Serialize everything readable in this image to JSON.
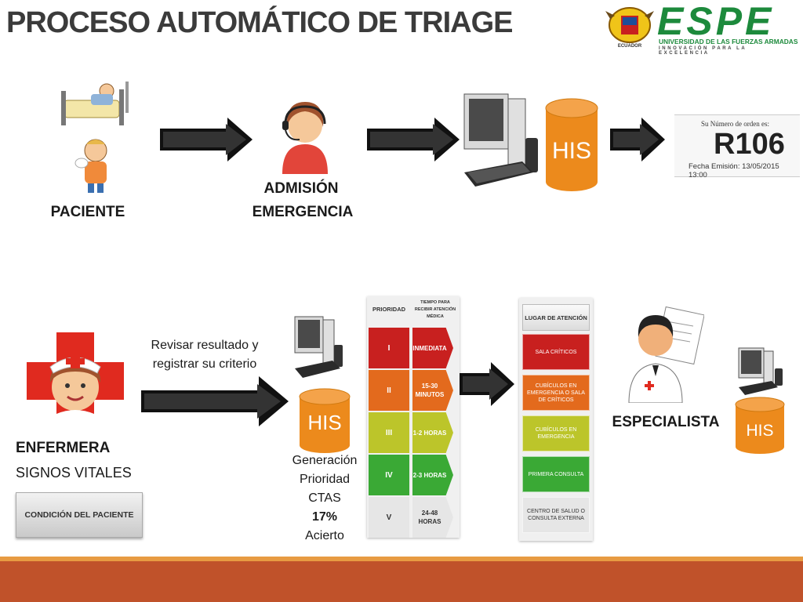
{
  "title": "PROCESO AUTOMÁTICO DE TRIAGE",
  "logo": {
    "name": "ESPE",
    "subtitle": "UNIVERSIDAD DE LAS FUERZAS ARMADAS",
    "tagline": "INNOVACIÓN PARA LA EXCELENCIA",
    "seal_text": "ECUADOR"
  },
  "row1": {
    "paciente_label": "PACIENTE",
    "admision_line1": "ADMISIÓN",
    "admision_line2": "EMERGENCIA",
    "his_label": "HIS",
    "ticket": {
      "heading": "Su Número de orden es:",
      "number": "R106",
      "date": "Fecha Emisión: 13/05/2015 13:00"
    }
  },
  "row2": {
    "enfermera_label": "ENFERMERA",
    "signos_label": "SIGNOS VITALES",
    "condicion_button": "CONDICIÓN DEL PACIENTE",
    "revisar_line1": "Revisar resultado y",
    "revisar_line2": "registrar su criterio",
    "his_label": "HIS",
    "gen_line1": "Generación",
    "gen_line2": "Prioridad",
    "gen_line3": "CTAS",
    "gen_line4": "17%",
    "gen_line5": "Acierto",
    "especialista_label": "ESPECIALISTA",
    "his_small_label": "HIS"
  },
  "ctas_table": {
    "header_priority": "PRIORIDAD",
    "header_time": "TIEMPO PARA RECIBIR ATENCIÓN MÉDICA",
    "levels": [
      {
        "level": "I",
        "time": "INMEDIATA",
        "color": "#c8201f"
      },
      {
        "level": "II",
        "time": "15-30 MINUTOS",
        "color": "#e36a1d"
      },
      {
        "level": "III",
        "time": "1-2 HORAS",
        "color": "#bcc52a"
      },
      {
        "level": "IV",
        "time": "2-3 HORAS",
        "color": "#3aa935"
      },
      {
        "level": "V",
        "time": "24-48 HORAS",
        "color": "#e6e6e6"
      }
    ]
  },
  "location_table": {
    "header": "LUGAR DE ATENCIÓN",
    "items": [
      {
        "label": "SALA CRÍTICOS",
        "color": "#c8201f"
      },
      {
        "label": "CUBÍCULOS EN EMERGENCIA O SALA DE CRÍTICOS",
        "color": "#e36a1d"
      },
      {
        "label": "CUBÍCULOS EN EMERGENCIA",
        "color": "#bcc52a"
      },
      {
        "label": "PRIMERA CONSULTA",
        "color": "#3aa935"
      },
      {
        "label": "CENTRO DE SALUD O CONSULTA EXTERNA",
        "color": "#e6e6e6"
      }
    ]
  },
  "colors": {
    "his_orange": "#ec8a1c",
    "footer_orange": "#c0522a",
    "footer_stripe": "#e79b42",
    "logo_green": "#1d8a3c"
  }
}
